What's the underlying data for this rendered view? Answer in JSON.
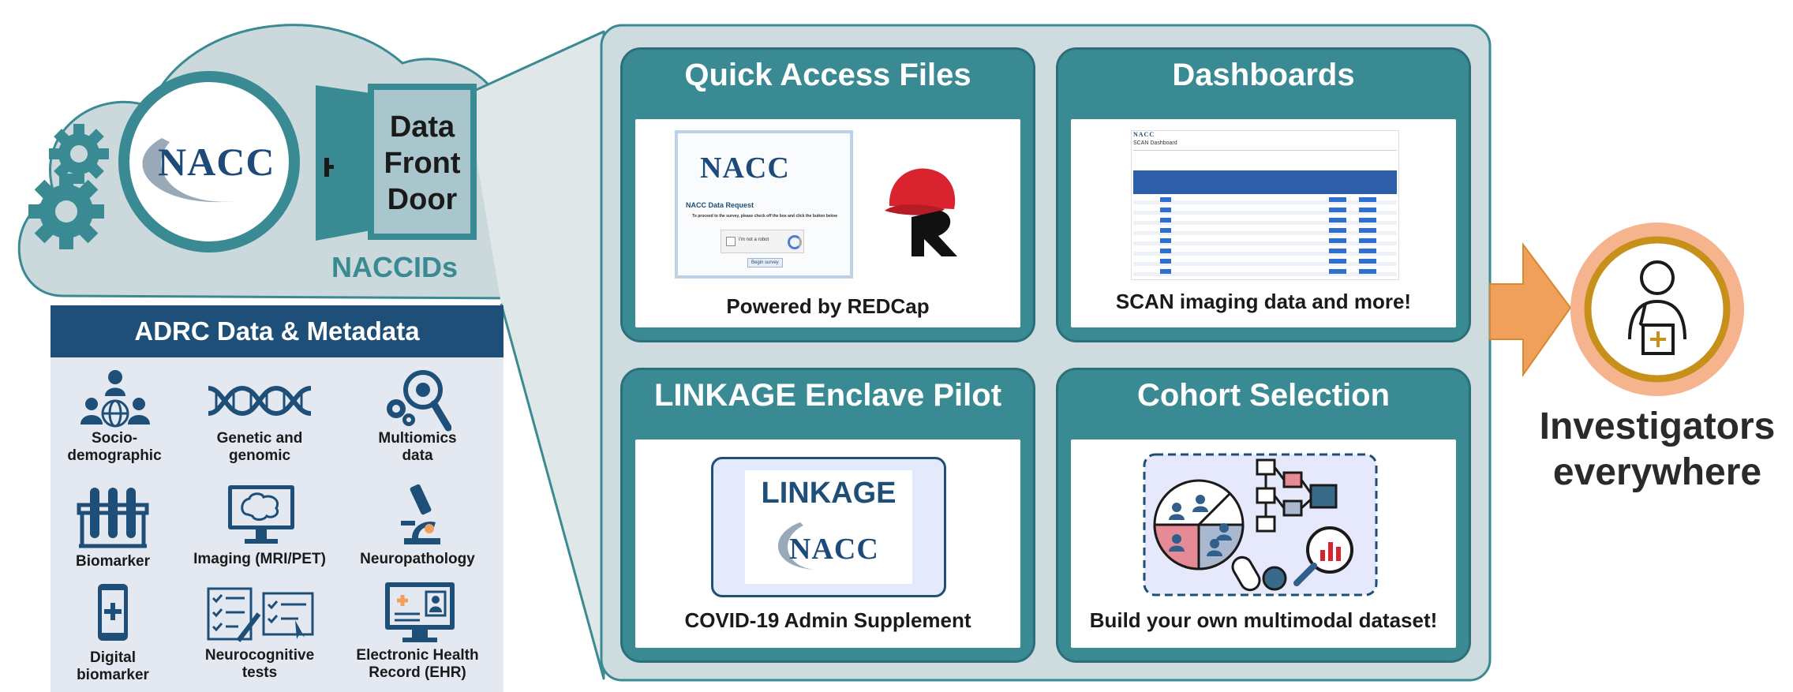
{
  "cloud": {
    "logo_text": "NACC",
    "door_lines": [
      "Data",
      "Front",
      "Door"
    ],
    "ids_label": "NACCIDs"
  },
  "adrc": {
    "title": "ADRC Data & Metadata",
    "items": [
      {
        "label_lines": [
          "Socio-",
          "demographic"
        ],
        "icon": "people-globe-icon"
      },
      {
        "label_lines": [
          "Genetic and",
          "genomic"
        ],
        "icon": "dna-icon"
      },
      {
        "label_lines": [
          "Multiomics",
          "data"
        ],
        "icon": "gears-magnifier-icon"
      },
      {
        "label_lines": [
          "Biomarker"
        ],
        "icon": "test-tubes-icon"
      },
      {
        "label_lines": [
          "Imaging (MRI/PET)"
        ],
        "icon": "brain-monitor-icon"
      },
      {
        "label_lines": [
          "Neuropathology"
        ],
        "icon": "microscope-icon"
      },
      {
        "label_lines": [
          "Digital",
          "biomarker"
        ],
        "icon": "smartphone-icon"
      },
      {
        "label_lines": [
          "Neurocognitive",
          "tests"
        ],
        "icon": "checklist-icon"
      },
      {
        "label_lines": [
          "Electronic Health",
          "Record (EHR)"
        ],
        "icon": "ehr-monitor-icon"
      }
    ]
  },
  "cards": {
    "quick": {
      "title": "Quick Access Files",
      "caption": "Powered by REDCap",
      "form_logo": "NACC",
      "form_title": "NACC Data Request",
      "form_text": "To proceed to the survey, please check off the box and click the button below",
      "captcha": "I'm not a robot",
      "button": "Begin survey"
    },
    "dash": {
      "title": "Dashboards",
      "caption": "SCAN imaging data and more!",
      "screen_title": "SCAN Dashboard"
    },
    "linkage": {
      "title": "LINKAGE Enclave Pilot",
      "caption": "COVID-19 Admin Supplement",
      "logo_top": "LINKAGE",
      "logo_bottom": "NACC"
    },
    "cohort": {
      "title": "Cohort Selection",
      "caption": "Build your own multimodal dataset!"
    }
  },
  "investigators": {
    "lines": [
      "Investigators",
      "everywhere"
    ]
  },
  "colors": {
    "teal": "#3a8a93",
    "navy": "#1e4f78",
    "orange": "#f0a05a",
    "gold": "#c8901a"
  }
}
